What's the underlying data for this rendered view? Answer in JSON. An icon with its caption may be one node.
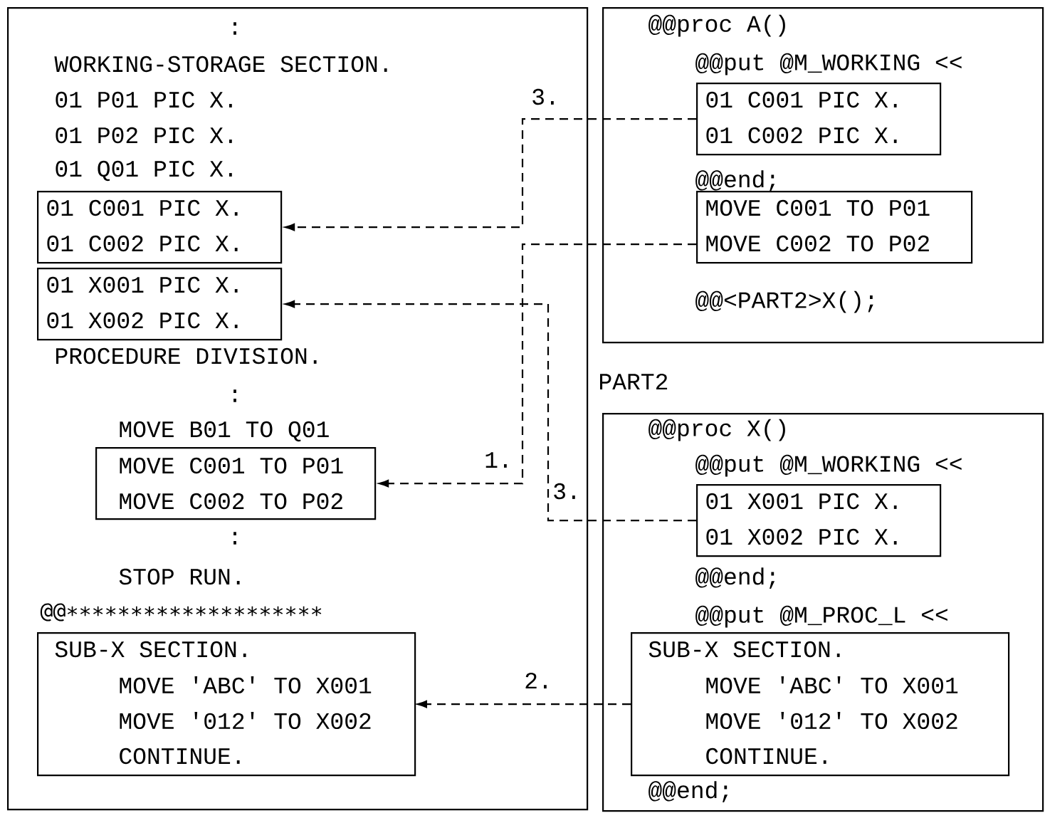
{
  "diagram": {
    "nodes": [
      {
        "text": [
          ":",
          "WORKING-STORAGE SECTION.",
          "01 P01 PIC X.",
          "01 P02 PIC X.",
          "01 Q01 PIC X.",
          "PROCEDURE DIVISION.",
          ":",
          "MOVE B01 TO Q01",
          ":",
          "STOP RUN.",
          "@@∗∗∗∗∗∗∗∗∗∗∗∗∗∗∗∗∗∗∗∗"
        ]
      },
      {
        "text": [
          "01 C001 PIC X.",
          "01 C002 PIC X."
        ],
        "in": 0
      },
      {
        "text": [
          "01 X001 PIC X.",
          "01 X002 PIC X."
        ],
        "in": 0
      },
      {
        "text": [
          "MOVE C001 TO P01",
          "MOVE C002 TO P02"
        ],
        "in": 0
      },
      {
        "text": [
          "SUB-X SECTION.",
          "MOVE 'ABC' TO X001",
          "MOVE '012' TO X002",
          "CONTINUE."
        ],
        "in": 0
      },
      {
        "text": [
          "@@proc A()",
          "@@put @M_WORKING <<",
          "@@end;",
          "@@<PART2>X();"
        ]
      },
      {
        "text": [
          "01 C001 PIC X.",
          "01 C002 PIC X."
        ],
        "in": 5
      },
      {
        "text": [
          "MOVE C001 TO P01",
          "MOVE C002 TO P02"
        ],
        "in": 5
      },
      {
        "text": [
          "PART2",
          "@@proc X()",
          "@@put @M_WORKING <<",
          "@@end;",
          "@@put @M_PROC_L <<",
          "@@end;"
        ]
      },
      {
        "text": [
          "01 X001 PIC X.",
          "01 X002 PIC X."
        ],
        "in": 8
      },
      {
        "text": [
          "SUB-X SECTION.",
          "MOVE 'ABC' TO X001",
          "MOVE '012' TO X002",
          "CONTINUE."
        ],
        "in": 8
      }
    ],
    "edges": [
      {
        "from": 6,
        "to": 1,
        "arrow": "to",
        "label": "3.",
        "style": "dashed"
      },
      {
        "from": 7,
        "to": 3,
        "arrow": "to",
        "label": "1.",
        "style": "dashed"
      },
      {
        "from": 9,
        "to": 2,
        "arrow": "to",
        "label": "3.",
        "style": "dashed"
      },
      {
        "from": 10,
        "to": 4,
        "arrow": "to",
        "label": "2.",
        "style": "dashed"
      }
    ]
  }
}
